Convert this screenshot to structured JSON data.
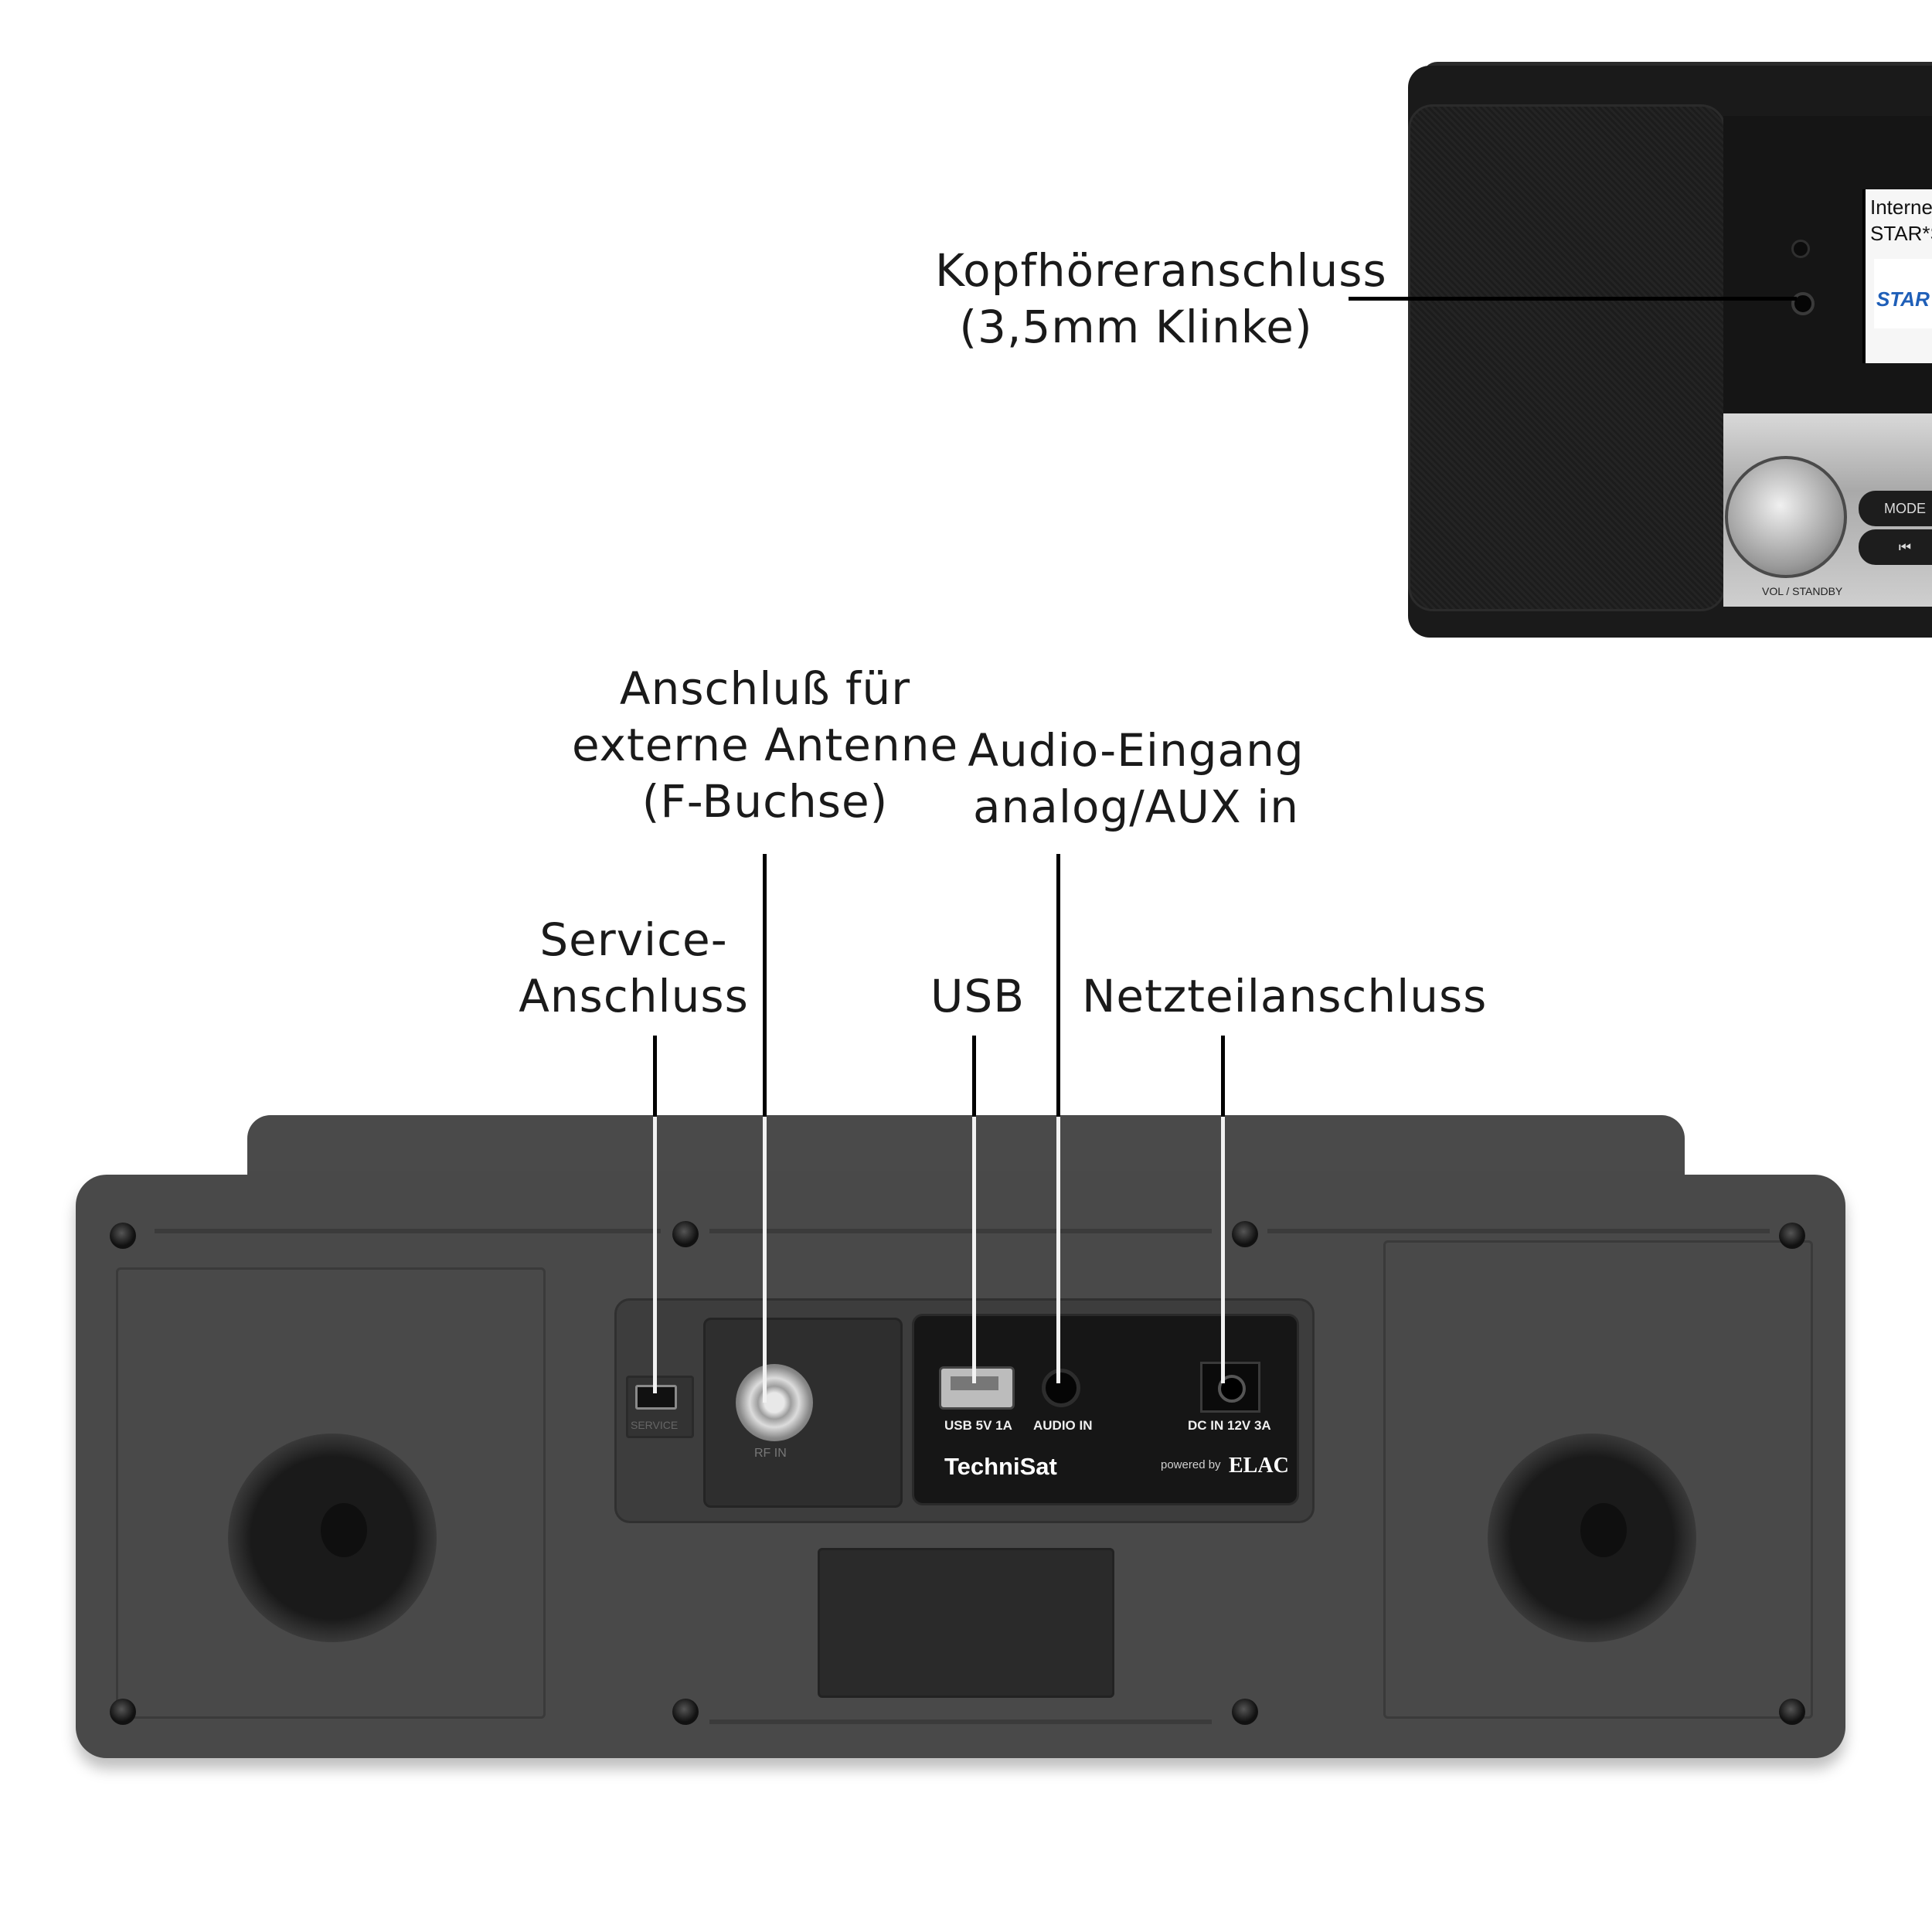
{
  "callouts": {
    "headphone": {
      "line1": "Kopfhöreranschluss",
      "line2": "(3,5mm Klinke)"
    },
    "antenna": {
      "line1": "Anschluß für",
      "line2": "externe Antenne",
      "line3": "(F-Buchse)"
    },
    "audio_in": {
      "line1": "Audio-Eingang",
      "line2": "analog/AUX in"
    },
    "service": {
      "line1": "Service-",
      "line2": "Anschluss"
    },
    "usb": {
      "line1": "USB"
    },
    "power": {
      "line1": "Netzteilanschluss"
    }
  },
  "front_device": {
    "screen_line1": "Internet",
    "screen_line2": "STAR*SA",
    "screen_logo": "STAR",
    "button_mode": "MODE",
    "button_prev": "⏮",
    "knob_label": "VOL / STANDBY"
  },
  "back_panel": {
    "service_label": "SERVICE",
    "rf_label": "RF IN",
    "usb_label": "USB 5V 1A",
    "audio_label": "AUDIO IN",
    "dc_label": "DC IN 12V 3A",
    "brand": "TechniSat",
    "powered_by": "powered by",
    "elac": "ELAC"
  }
}
